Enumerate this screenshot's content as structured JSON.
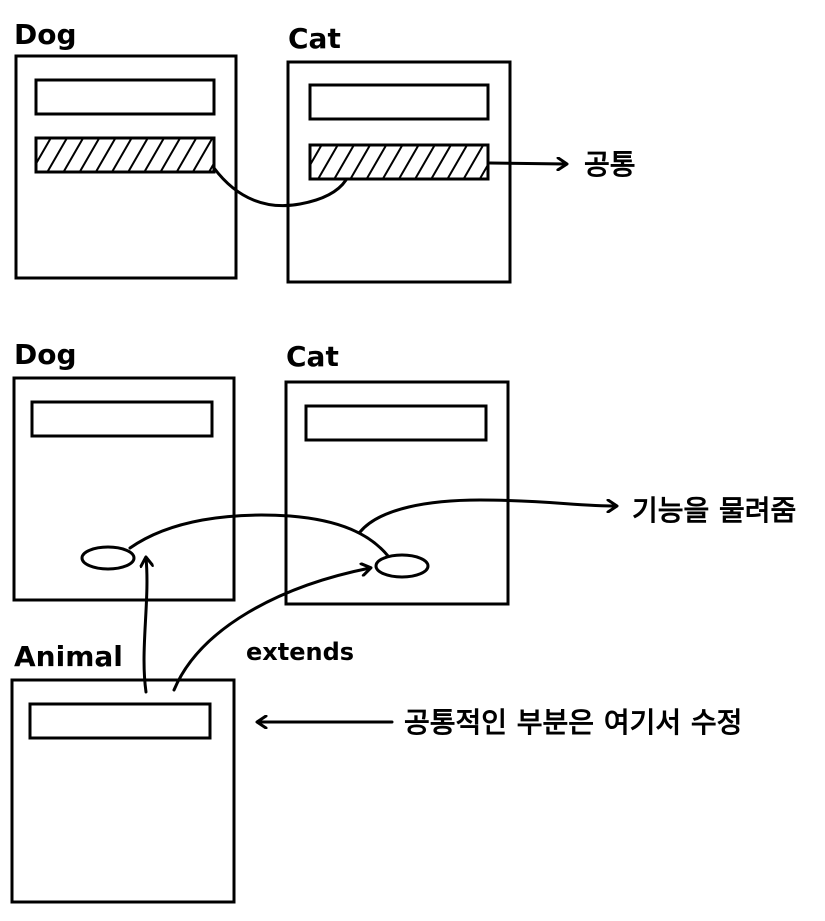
{
  "top": {
    "dog_title": "Dog",
    "cat_title": "Cat",
    "common_note": "공통"
  },
  "bottom": {
    "dog_title": "Dog",
    "cat_title": "Cat",
    "animal_title": "Animal",
    "extends_label": "extends",
    "inherit_note": "기능을 물려줌",
    "modify_note": "공통적인 부분은 여기서 수정"
  }
}
